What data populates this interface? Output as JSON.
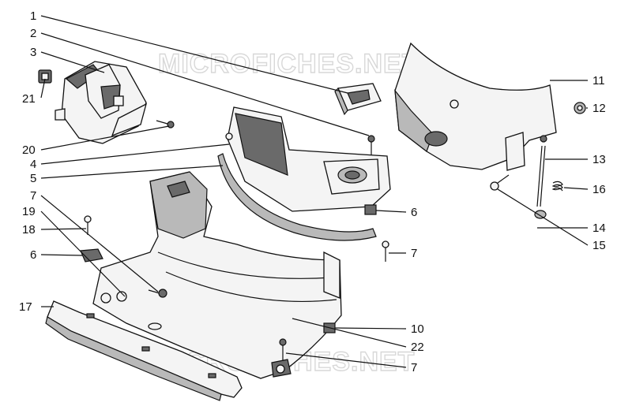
{
  "watermark": "MICROFICHES.NET",
  "callouts": [
    {
      "id": "c1",
      "text": "1"
    },
    {
      "id": "c2",
      "text": "2"
    },
    {
      "id": "c3",
      "text": "3"
    },
    {
      "id": "c21",
      "text": "21"
    },
    {
      "id": "c20",
      "text": "20"
    },
    {
      "id": "c4",
      "text": "4"
    },
    {
      "id": "c5",
      "text": "5"
    },
    {
      "id": "c7a",
      "text": "7"
    },
    {
      "id": "c19",
      "text": "19"
    },
    {
      "id": "c18",
      "text": "18"
    },
    {
      "id": "c6a",
      "text": "6"
    },
    {
      "id": "c17",
      "text": "17"
    },
    {
      "id": "c11",
      "text": "11"
    },
    {
      "id": "c12",
      "text": "12"
    },
    {
      "id": "c13",
      "text": "13"
    },
    {
      "id": "c16",
      "text": "16"
    },
    {
      "id": "c14",
      "text": "14"
    },
    {
      "id": "c15",
      "text": "15"
    },
    {
      "id": "c6b",
      "text": "6"
    },
    {
      "id": "c7b",
      "text": "7"
    },
    {
      "id": "c10",
      "text": "10"
    },
    {
      "id": "c22",
      "text": "22"
    },
    {
      "id": "c7c",
      "text": "7"
    }
  ]
}
